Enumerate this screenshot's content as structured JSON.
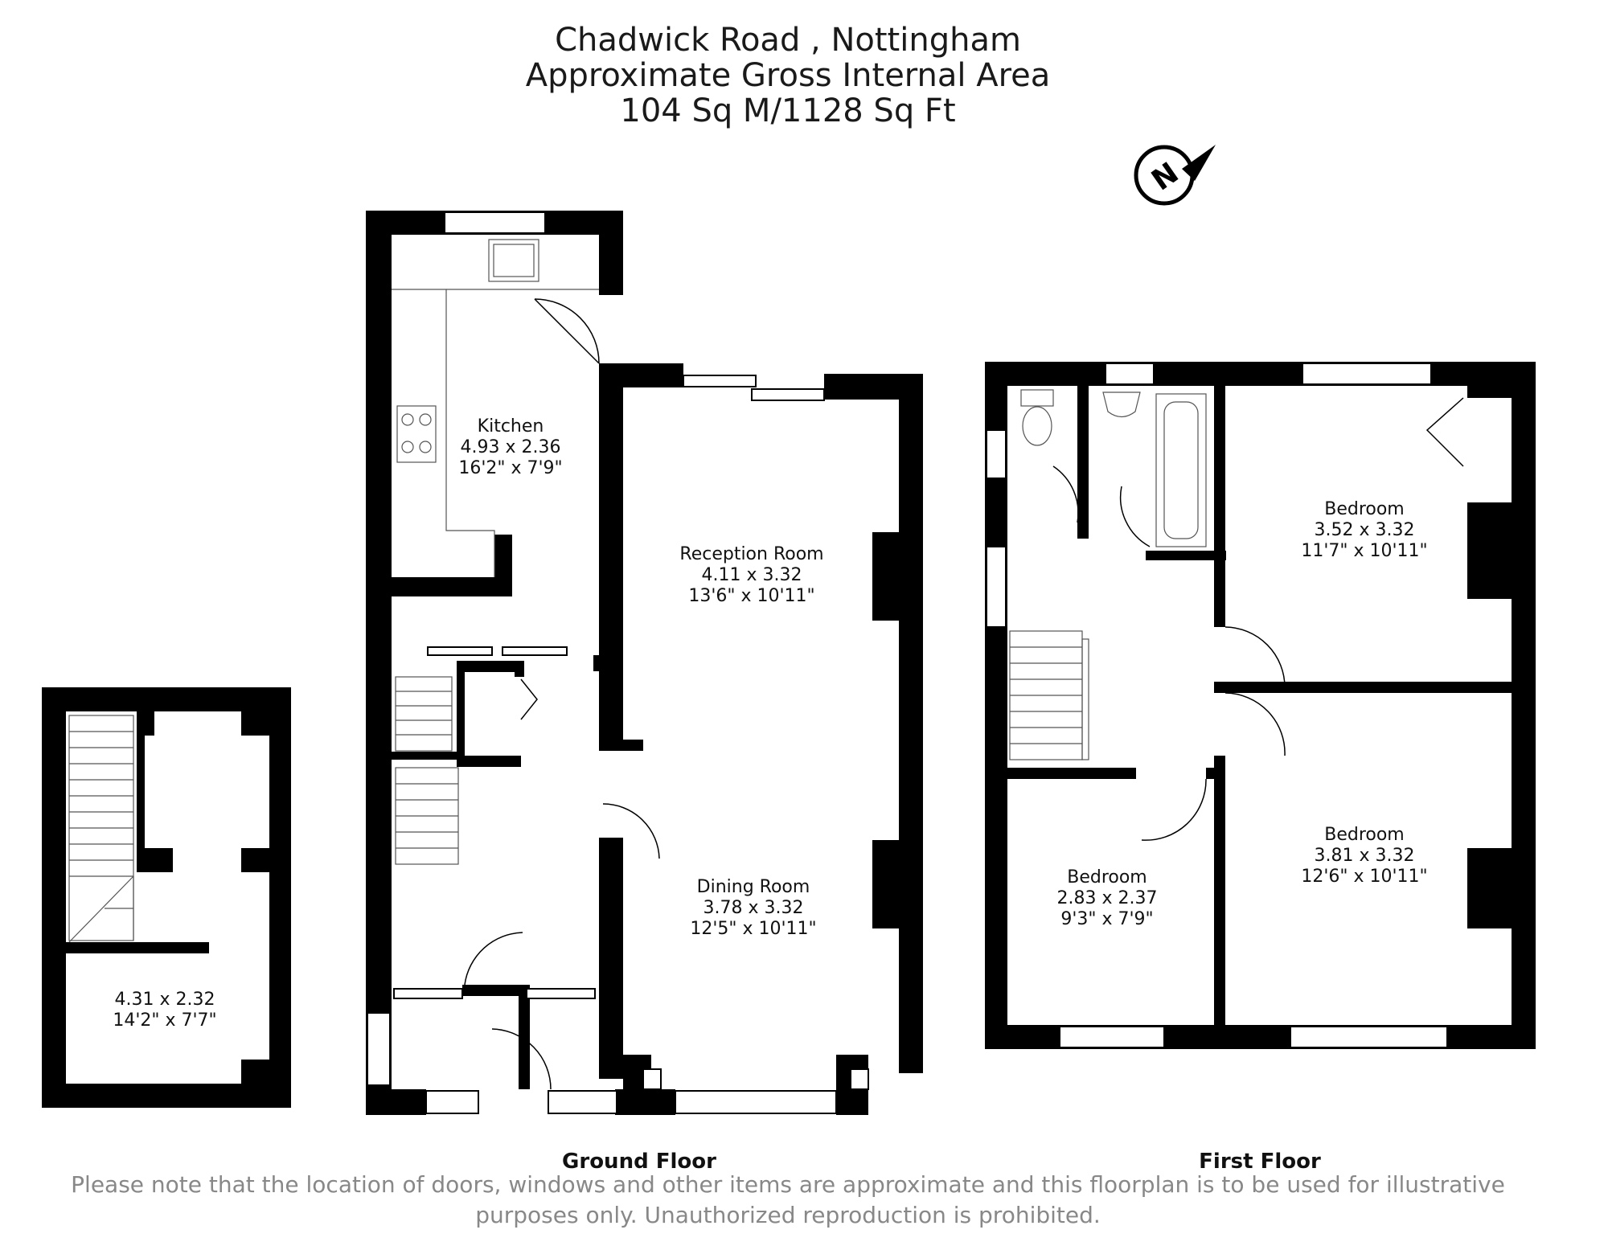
{
  "title": {
    "line1": "Chadwick Road , Nottingham",
    "line2": "Approximate Gross Internal Area",
    "line3": "104 Sq M/1128 Sq Ft"
  },
  "compass": {
    "icon": "north-arrow-icon",
    "letter": "N"
  },
  "rooms": {
    "outbuilding": {
      "metric": "4.31 x 2.32",
      "imperial": "14'2\" x 7'7\""
    },
    "kitchen": {
      "name": "Kitchen",
      "metric": "4.93 x 2.36",
      "imperial": "16'2\" x 7'9\""
    },
    "reception": {
      "name": "Reception Room",
      "metric": "4.11 x 3.32",
      "imperial": "13'6\" x 10'11\""
    },
    "dining": {
      "name": "Dining Room",
      "metric": "3.78 x 3.32",
      "imperial": "12'5\" x 10'11\""
    },
    "bedroom_top": {
      "name": "Bedroom",
      "metric": "3.52 x 3.32",
      "imperial": "11'7\" x 10'11\""
    },
    "bedroom_right": {
      "name": "Bedroom",
      "metric": "3.81 x 3.32",
      "imperial": "12'6\" x 10'11\""
    },
    "bedroom_small": {
      "name": "Bedroom",
      "metric": "2.83 x 2.37",
      "imperial": "9'3\" x 7'9\""
    }
  },
  "floors": {
    "ground": "Ground Floor",
    "first": "First Floor"
  },
  "disclaimer": {
    "line1": "Please note that the location of doors, windows and other items are approximate and this floorplan is to be used for illustrative",
    "line2": "purposes only. Unauthorized reproduction is prohibited."
  }
}
